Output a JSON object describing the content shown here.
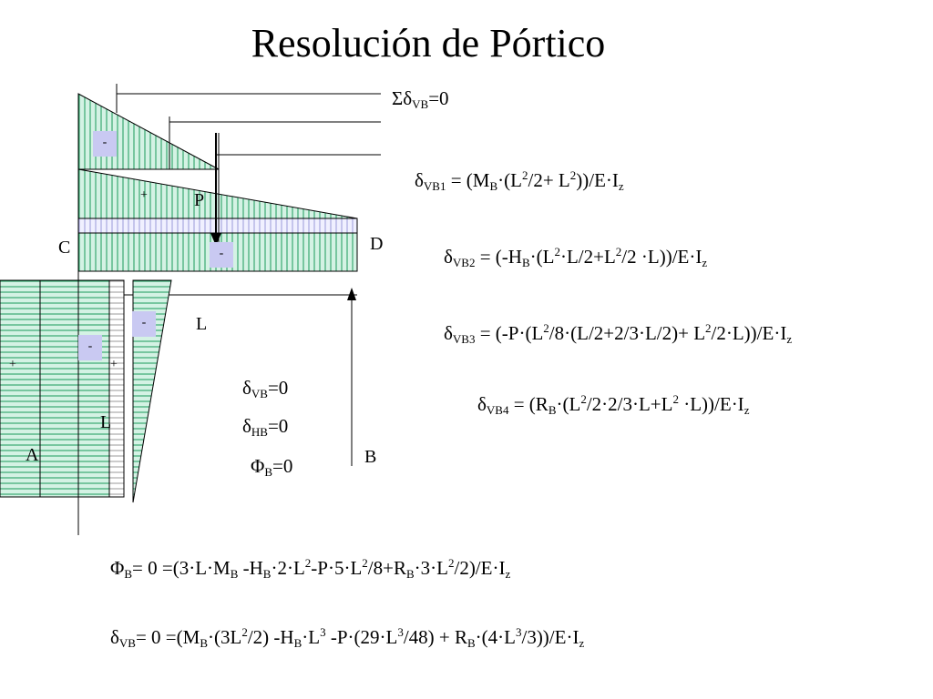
{
  "title": "Resolución de Pórtico",
  "equations": {
    "sum": {
      "sym": "Σδ",
      "sub": "VB",
      "rest": "=0"
    },
    "vb1": {
      "sym": "δ",
      "sub": "VB1",
      "a": " = (M",
      "b": "B",
      "c": "·(L",
      "d": "2",
      "e": "/2+ L",
      "f": "2",
      "g": "))/E·I",
      "h": "z"
    },
    "vb2": {
      "sym": "δ",
      "sub": "VB2",
      "a": " = (-H",
      "b": "B",
      "c": "·(L",
      "d": "2",
      "e": "·L/2+L",
      "f": "2",
      "g": "/2 ·L))/E·I",
      "h": "z"
    },
    "vb3": {
      "sym": "δ",
      "sub": "VB3",
      "a": " = (-P·(L",
      "b": "2",
      "c": "/8·(L/2+2/3·L/2)+ L",
      "d": "2",
      "e": "/2·L))/E·I",
      "f": "z"
    },
    "vb4": {
      "sym": "δ",
      "sub": "VB4",
      "a": " = (R",
      "b": "B",
      "c": "·(L",
      "d": "2",
      "e": "/2·2/3·L+L",
      "f": "2",
      "g": " ·L))/E·I",
      "h": "z"
    },
    "cond_vb": {
      "sym": "δ",
      "sub": "VB",
      "rest": "=0"
    },
    "cond_hb": {
      "sym": "δ",
      "sub": "HB",
      "rest": "=0"
    },
    "cond_phi": {
      "sym": "Φ",
      "sub": "B",
      "rest": "=0"
    },
    "phi_full": {
      "sym": "Φ",
      "sub": "B",
      "a": "= 0 =(3·L·M",
      "b": "B",
      "c": " -H",
      "d": "B",
      "e": "·2·L",
      "f": "2",
      "g": "-P·5·L",
      "h": "2",
      "i": "/8+R",
      "j": "B",
      "k": "·3·L",
      "l": "2",
      "m": "/2)/E·I",
      "n": "z"
    },
    "vb_full": {
      "sym": "δ",
      "sub": "VB",
      "a": "= 0 =(M",
      "b": "B",
      "c": "·(3L",
      "d": "2",
      "e": "/2) -H",
      "f": "B",
      "g": "·L",
      "h": "3",
      "i": " -P·(29·L",
      "j": "3",
      "k": "/48) + R",
      "l": "B",
      "m": "·(4·L",
      "n": "3",
      "o": "/3))/E·I",
      "p": "z"
    }
  },
  "labels": {
    "P": "P",
    "C": "C",
    "D": "D",
    "L_beam": "L",
    "L_col": "L",
    "A": "A",
    "B": "B"
  },
  "signs": {
    "minus": "-",
    "plus": "+"
  },
  "colors": {
    "fill_green": "#d2f0e2",
    "line_green": "#1a9a5a",
    "fill_purple": "#c9c9f2"
  }
}
